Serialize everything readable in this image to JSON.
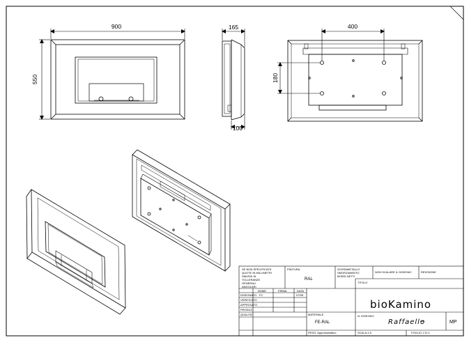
{
  "dimensions": {
    "front_width": "900",
    "front_height": "550",
    "side_depth": "165",
    "side_bottom": "100",
    "back_width": "400",
    "back_height": "180"
  },
  "title_block": {
    "note_lines": [
      "SE NON SPECIFICATE",
      "QUOTE IN MILLIMETRI",
      "SMUSSI IN",
      "TOLLERANZE",
      "GENERALI",
      "ANGOLARI"
    ],
    "finish_header": "FINITURA",
    "finish_value": "RAL",
    "treatment_lines": [
      "SOVRAMETALLO",
      "SMORZAMENTO",
      "BORDI NETTI"
    ],
    "scale_note": "NON SCALARE IL DISEGNO",
    "revision_label": "REVISIONE",
    "table_headers": [
      "NOME",
      "FIRMA",
      "DATA"
    ],
    "rows": [
      {
        "label": "DISEGNATO",
        "name": "FC",
        "date": "07/08"
      },
      {
        "label": "VERIFICATO",
        "name": "",
        "date": ""
      },
      {
        "label": "APPROVATO",
        "name": "",
        "date": ""
      },
      {
        "label": "PRODUZ.",
        "name": "",
        "date": ""
      },
      {
        "label": "QUALITA'",
        "name": "",
        "date": ""
      }
    ],
    "material_label": "MATERIALE",
    "material_value": "FE-RAL",
    "code_label": "N. DISEGNO",
    "title_label": "TITOLO",
    "brand": "bioKamino",
    "model": "Raffaello",
    "model_suffix": "MP",
    "peso_label": "PESO: Approssimativo",
    "scale_label": "SCALA:1:5",
    "sheet_label": "FOGLIO 1 DI 1"
  }
}
